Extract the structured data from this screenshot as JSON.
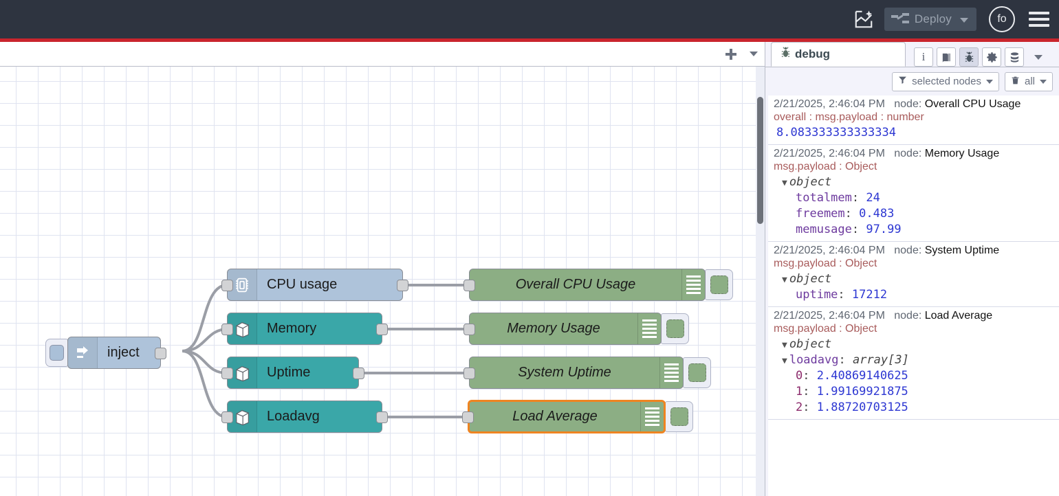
{
  "header": {
    "ai_icon": "flow-sparkle-icon",
    "deploy_label": "Deploy",
    "deploy_icon": "deploy-icon",
    "deploy_caret": "chevron-down-icon",
    "avatar_label": "fo",
    "menu_icon": "hamburger-menu-icon"
  },
  "workspace": {
    "add_tab_icon": "plus-icon",
    "tab_menu_icon": "chevron-down-icon",
    "nodes": [
      {
        "id": "inject",
        "label": "inject",
        "icon": "arrow-right-icon",
        "color": "bluegray",
        "kind": "inject"
      },
      {
        "id": "cpu",
        "label": "CPU usage",
        "icon": "cpu-chip-icon",
        "color": "bluegray",
        "kind": "normal"
      },
      {
        "id": "memory",
        "label": "Memory",
        "icon": "server-box-icon",
        "color": "teal",
        "kind": "normal"
      },
      {
        "id": "uptime",
        "label": "Uptime",
        "icon": "server-box-icon",
        "color": "teal",
        "kind": "normal"
      },
      {
        "id": "loadavg",
        "label": "Loadavg",
        "icon": "server-box-icon",
        "color": "teal",
        "kind": "normal"
      },
      {
        "id": "dbg_cpu",
        "label": "Overall CPU Usage",
        "icon": "debug-lines-icon",
        "color": "green",
        "kind": "debug",
        "selected": false
      },
      {
        "id": "dbg_mem",
        "label": "Memory Usage",
        "icon": "debug-lines-icon",
        "color": "green",
        "kind": "debug",
        "selected": false
      },
      {
        "id": "dbg_up",
        "label": "System Uptime",
        "icon": "debug-lines-icon",
        "color": "green",
        "kind": "debug",
        "selected": false
      },
      {
        "id": "dbg_la",
        "label": "Load Average",
        "icon": "debug-lines-icon",
        "color": "green",
        "kind": "debug",
        "selected": true
      }
    ]
  },
  "sidebar": {
    "tab": {
      "label": "debug",
      "icon": "bug-icon"
    },
    "icons": [
      {
        "name": "info-icon",
        "glyph": "i",
        "active": false
      },
      {
        "name": "help-book-icon",
        "glyph": "☰",
        "active": false
      },
      {
        "name": "bug-icon",
        "glyph": "bug",
        "active": true
      },
      {
        "name": "gear-icon",
        "glyph": "⚙",
        "active": false
      },
      {
        "name": "context-stack-icon",
        "glyph": "stack",
        "active": false
      }
    ],
    "more_icon": "chevron-down-icon",
    "filter_button": {
      "label": "selected nodes",
      "icon": "filter-funnel-icon",
      "caret": "chevron-down-icon"
    },
    "clear_button": {
      "label": "all",
      "icon": "trash-icon",
      "caret": "chevron-down-icon"
    },
    "messages": [
      {
        "timestamp": "2/21/2025, 2:46:04 PM",
        "node_prefix": "node: ",
        "node": "Overall CPU Usage",
        "topic": "overall : msg.payload : number",
        "type": "value",
        "value": "8.083333333333334"
      },
      {
        "timestamp": "2/21/2025, 2:46:04 PM",
        "node_prefix": "node: ",
        "node": "Memory Usage",
        "topic": "msg.payload : Object",
        "type": "object",
        "root": "object",
        "props": [
          {
            "key": "totalmem",
            "value": "24"
          },
          {
            "key": "freemem",
            "value": "0.483"
          },
          {
            "key": "memusage",
            "value": "97.99"
          }
        ]
      },
      {
        "timestamp": "2/21/2025, 2:46:04 PM",
        "node_prefix": "node: ",
        "node": "System Uptime",
        "topic": "msg.payload : Object",
        "type": "object",
        "root": "object",
        "props": [
          {
            "key": "uptime",
            "value": "17212"
          }
        ]
      },
      {
        "timestamp": "2/21/2025, 2:46:04 PM",
        "node_prefix": "node: ",
        "node": "Load Average",
        "topic": "msg.payload : Object",
        "type": "array",
        "root": "object",
        "array_key": "loadavg",
        "array_type": "array[3]",
        "items": [
          {
            "index": "0",
            "value": "2.40869140625"
          },
          {
            "index": "1",
            "value": "1.99169921875"
          },
          {
            "index": "2",
            "value": "1.88720703125"
          }
        ]
      }
    ]
  },
  "colors": {
    "header_bg": "#2e3440",
    "deploy_stripe": "#c9252d",
    "node_bluegray": "#aec3da",
    "node_teal": "#3aa7a8",
    "node_green": "#8cae84",
    "selection": "#ef8421",
    "value_blue": "#2d37d2",
    "topic_red": "#a85b5b"
  }
}
